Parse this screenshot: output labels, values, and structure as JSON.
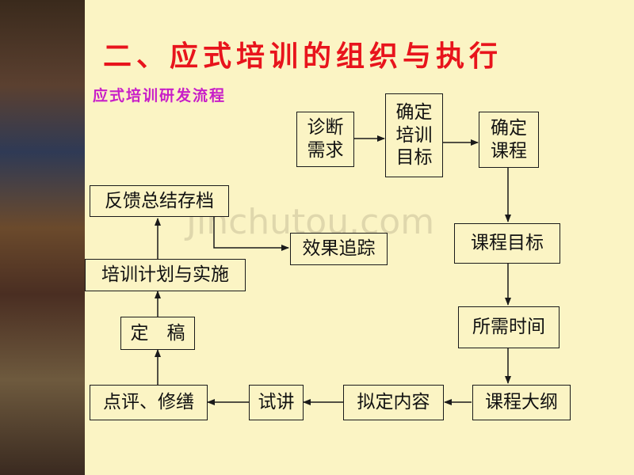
{
  "title": "二、应式培训的组织与执行",
  "subtitle": "应式培训研发流程",
  "watermark": "Jinchutou.com",
  "nodes": {
    "diagnose": "诊断\n需求",
    "set_goal": "确定\n培训\n目标",
    "set_course": "确定\n课程",
    "course_goal": "课程目标",
    "time_needed": "所需时间",
    "outline": "课程大纲",
    "draft_content": "拟定内容",
    "trial": "试讲",
    "review": "点评、修缮",
    "finalize": "定　稿",
    "plan": "培训计划与实施",
    "feedback": "反馈总结存档",
    "tracking": "效果追踪"
  }
}
